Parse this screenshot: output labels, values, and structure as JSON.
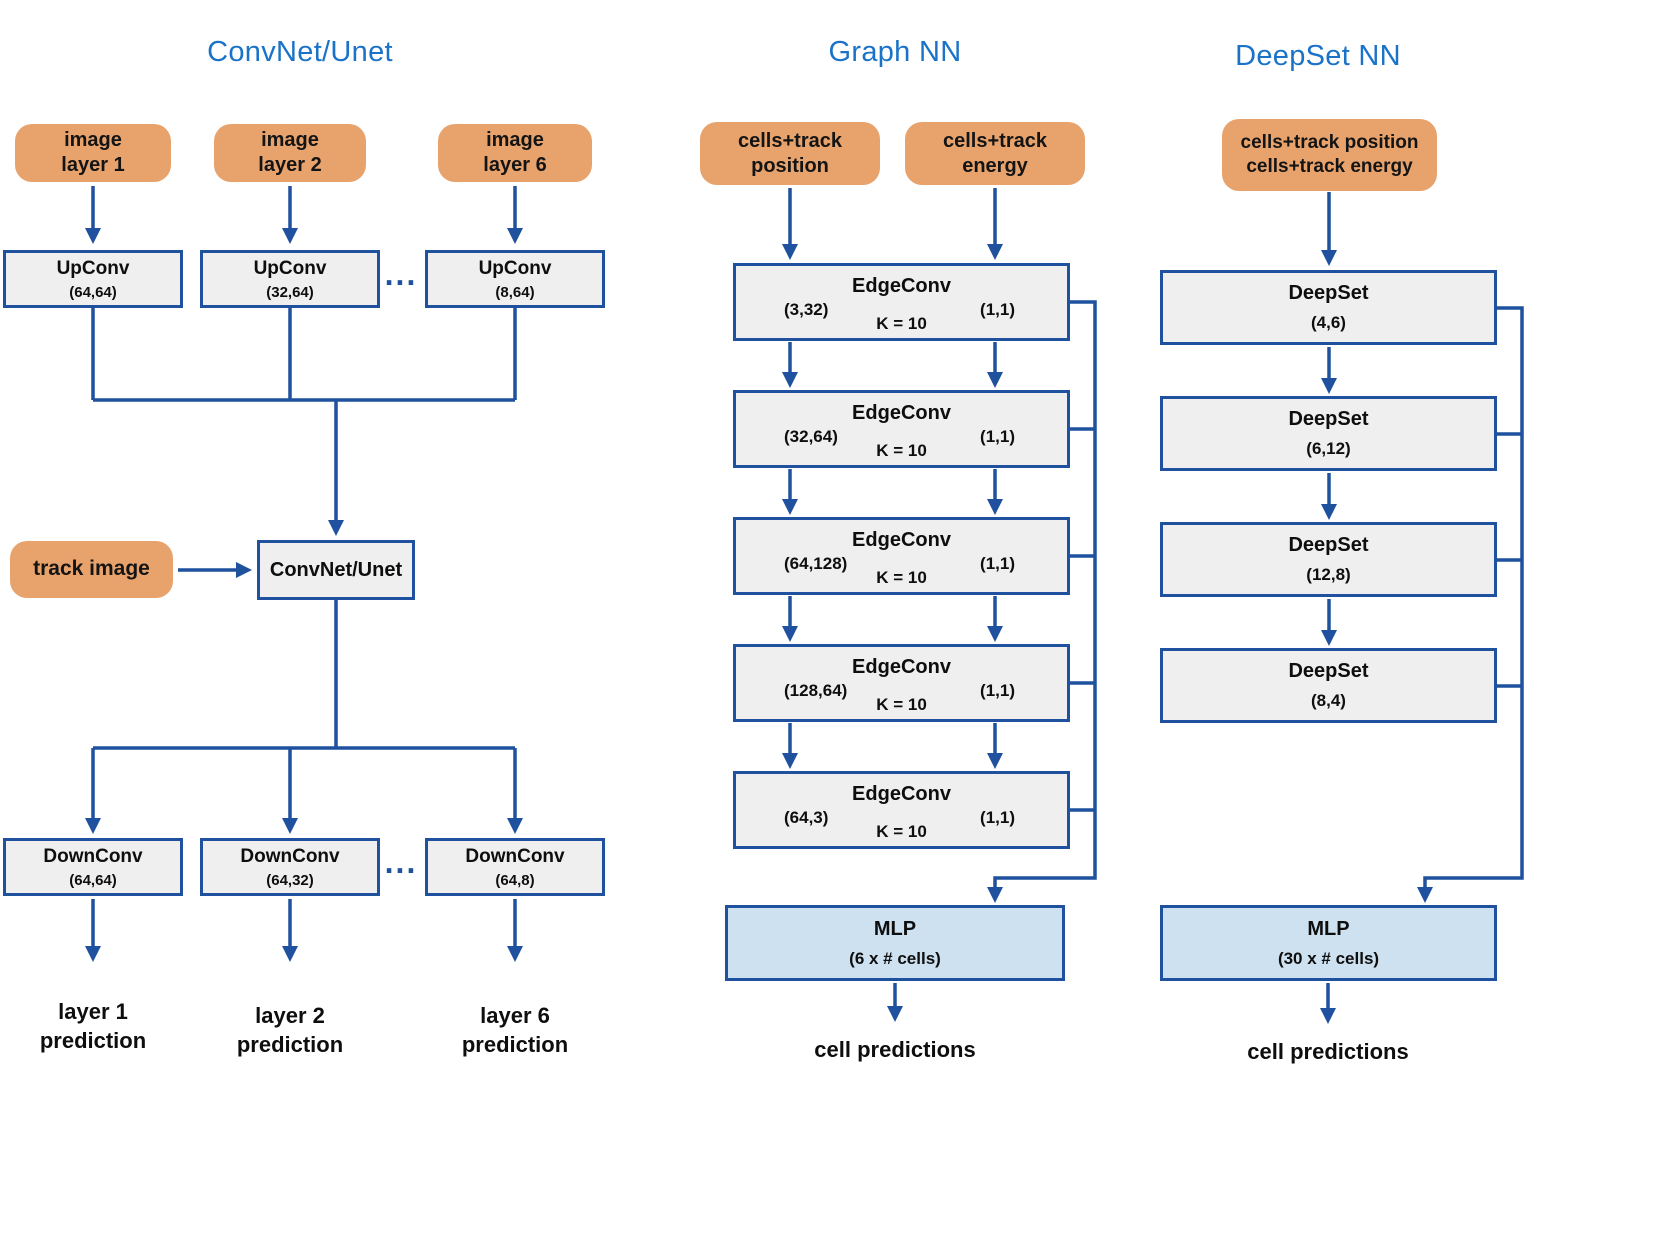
{
  "colors": {
    "title_blue": "#1a73c8",
    "wire_blue": "#1f519f",
    "node_fill": "#efefef",
    "node_border": "#1f519f",
    "input_orange": "#e8a36d",
    "mlp_fill": "#cde1f0"
  },
  "convnet": {
    "title": "ConvNet/Unet",
    "dots": "...",
    "inputs": [
      {
        "line1": "image",
        "line2": "layer 1"
      },
      {
        "line1": "image",
        "line2": "layer 2"
      },
      {
        "line1": "image",
        "line2": "layer 6"
      }
    ],
    "upconvs": [
      {
        "name": "UpConv",
        "dims": "(64,64)"
      },
      {
        "name": "UpConv",
        "dims": "(32,64)"
      },
      {
        "name": "UpConv",
        "dims": "(8,64)"
      }
    ],
    "track_input": "track image",
    "core": "ConvNet/Unet",
    "downconvs": [
      {
        "name": "DownConv",
        "dims": "(64,64)"
      },
      {
        "name": "DownConv",
        "dims": "(64,32)"
      },
      {
        "name": "DownConv",
        "dims": "(64,8)"
      }
    ],
    "outputs": [
      {
        "line1": "layer 1",
        "line2": "prediction"
      },
      {
        "line1": "layer 2",
        "line2": "prediction"
      },
      {
        "line1": "layer 6",
        "line2": "prediction"
      }
    ]
  },
  "graphnn": {
    "title": "Graph NN",
    "inputs": [
      {
        "line1": "cells+track",
        "line2": "position"
      },
      {
        "line1": "cells+track",
        "line2": "energy"
      }
    ],
    "edgeconvs": [
      {
        "name": "EdgeConv",
        "in_out": "(3,32)",
        "k": "K = 10",
        "aggr": "(1,1)"
      },
      {
        "name": "EdgeConv",
        "in_out": "(32,64)",
        "k": "K = 10",
        "aggr": "(1,1)"
      },
      {
        "name": "EdgeConv",
        "in_out": "(64,128)",
        "k": "K = 10",
        "aggr": "(1,1)"
      },
      {
        "name": "EdgeConv",
        "in_out": "(128,64)",
        "k": "K = 10",
        "aggr": "(1,1)"
      },
      {
        "name": "EdgeConv",
        "in_out": "(64,3)",
        "k": "K = 10",
        "aggr": "(1,1)"
      }
    ],
    "mlp": {
      "name": "MLP",
      "dims": "(6 x # cells)"
    },
    "output": "cell predictions"
  },
  "deepset": {
    "title": "DeepSet NN",
    "input": {
      "line1": "cells+track position",
      "line2": "cells+track energy"
    },
    "layers": [
      {
        "name": "DeepSet",
        "dims": "(4,6)"
      },
      {
        "name": "DeepSet",
        "dims": "(6,12)"
      },
      {
        "name": "DeepSet",
        "dims": "(12,8)"
      },
      {
        "name": "DeepSet",
        "dims": "(8,4)"
      }
    ],
    "mlp": {
      "name": "MLP",
      "dims": "(30 x # cells)"
    },
    "output": "cell predictions"
  }
}
